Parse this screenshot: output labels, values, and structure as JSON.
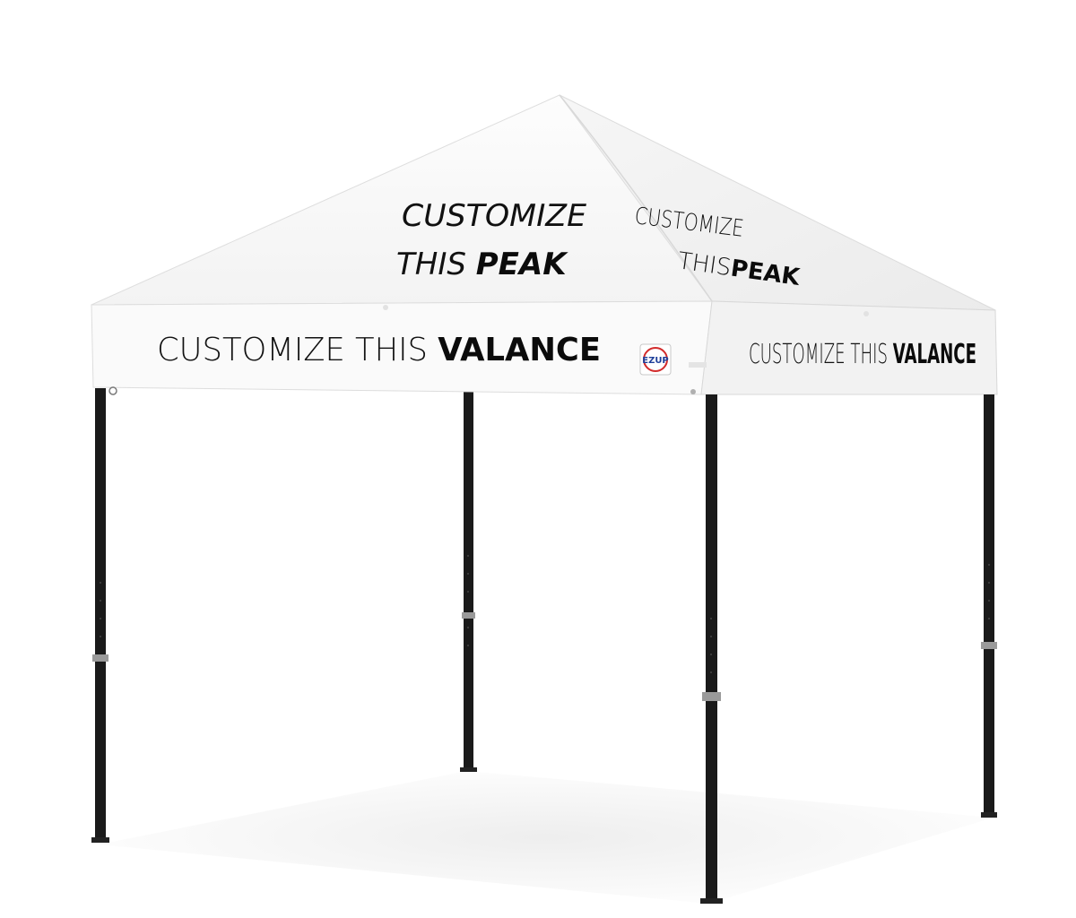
{
  "scene": {
    "subject": "canopy-tent",
    "background_color": "#ffffff",
    "canopy_color": "#fafafa",
    "frame_color": "#1a1a1a",
    "shadow_color": "#eeeeee"
  },
  "peak_front": {
    "line1": "CUSTOMIZE",
    "line2_light": "THIS ",
    "line2_bold": "PEAK"
  },
  "peak_side": {
    "line1": "CUSTOMIZE",
    "line2_light": "THIS",
    "line2_bold": "PEAK"
  },
  "valance_front": {
    "light": "CUSTOMIZE THIS ",
    "bold": "VALANCE"
  },
  "valance_side": {
    "light": "CUSTOMIZE THIS ",
    "bold": "VALANCE"
  },
  "logo": {
    "text": "EZUP",
    "icon": "brand-badge-icon",
    "accent_color": "#d22b2b",
    "brand_color": "#1d3f9a"
  }
}
